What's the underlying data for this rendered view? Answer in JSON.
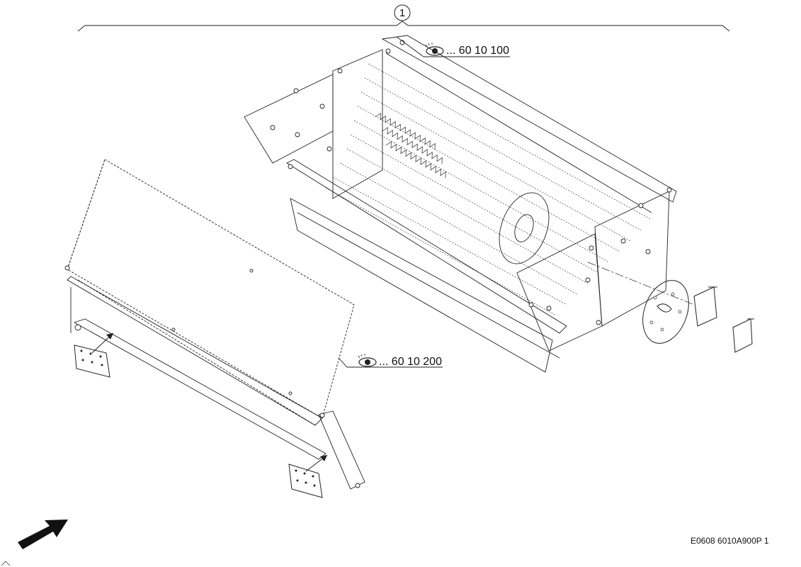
{
  "callout": {
    "number": "1"
  },
  "references": [
    {
      "prefix": "...",
      "code": "60 10 100"
    },
    {
      "prefix": "...",
      "code": "60 10 200"
    }
  ],
  "drawing_code": "E0608 6010A900P 1",
  "icons": {
    "reference": "eye-icon",
    "direction": "direction-arrow-icon"
  },
  "colors": {
    "line": "#222222",
    "background": "#ffffff"
  }
}
